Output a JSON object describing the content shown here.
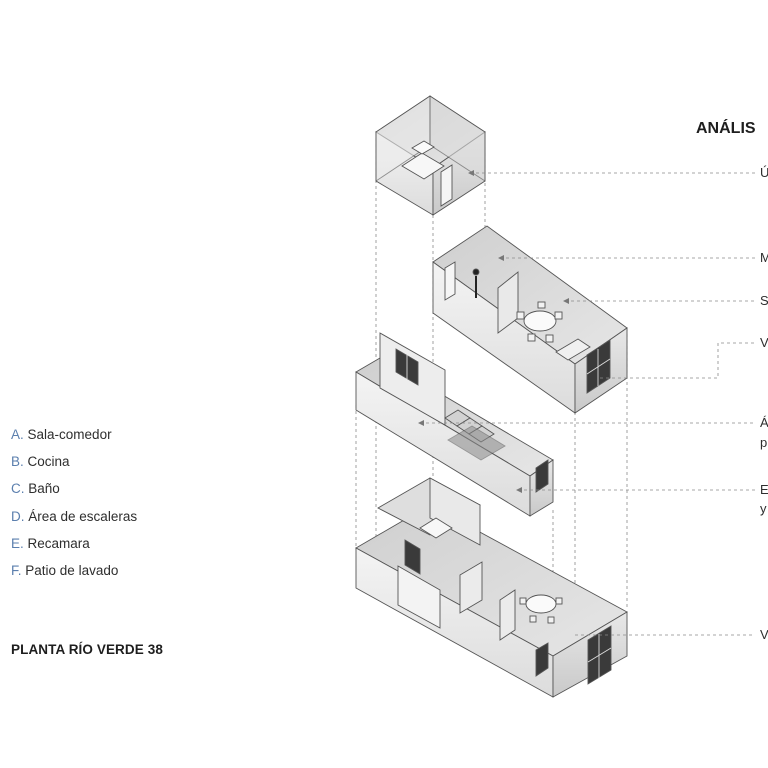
{
  "analysis_title": "ANÁLIS",
  "legend": [
    {
      "letter": "A.",
      "label": "Sala-comedor"
    },
    {
      "letter": "B.",
      "label": "Cocina"
    },
    {
      "letter": "C.",
      "label": "Baño"
    },
    {
      "letter": "D.",
      "label": "Área de escaleras"
    },
    {
      "letter": "E.",
      "label": "Recamara"
    },
    {
      "letter": "F.",
      "label": "Patio de lavado"
    }
  ],
  "plan_title": "PLANTA RÍO VERDE 38",
  "annotations": [
    "Ú",
    "M",
    "S",
    "V",
    "Á",
    "p",
    "E",
    "y",
    "V"
  ],
  "colors": {
    "text": "#2e2e2e",
    "legend_letter": "#5b7fae",
    "leader": "#8a8a8a",
    "wall": "#eeeeee",
    "floor": "#d6d6d6"
  }
}
